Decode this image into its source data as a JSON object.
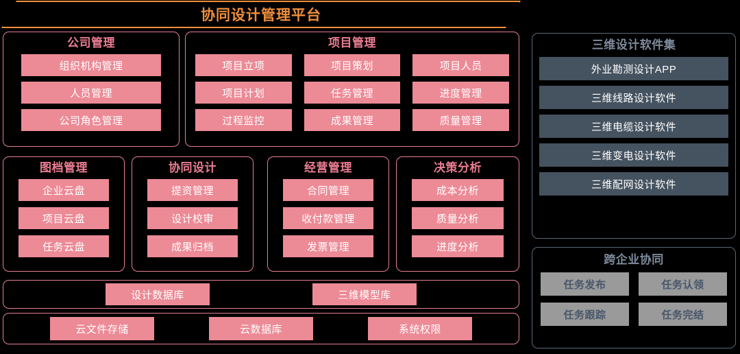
{
  "banner": {
    "title": "协同设计管理平台",
    "accent": "#ef8f3c"
  },
  "theme": {
    "pink_fill": "#ec8a96",
    "pink_border": "#e87f93",
    "pink_title": "#ea7d92",
    "dark_fill": "#45525f",
    "dark_border": "#5b6878",
    "dark_title": "#7d8b9c",
    "gray_fill": "#9a9a9a",
    "background": "#000000"
  },
  "left": {
    "company": {
      "title": "公司管理",
      "items": [
        "组织机构管理",
        "人员管理",
        "公司角色管理"
      ]
    },
    "project": {
      "title": "项目管理",
      "items": [
        "项目立项",
        "项目策划",
        "项目人员",
        "项目计划",
        "任务管理",
        "进度管理",
        "过程监控",
        "成果管理",
        "质量管理"
      ]
    },
    "document": {
      "title": "图档管理",
      "items": [
        "企业云盘",
        "项目云盘",
        "任务云盘"
      ]
    },
    "codesign": {
      "title": "协同设计",
      "items": [
        "提资管理",
        "设计校审",
        "成果归档"
      ]
    },
    "business": {
      "title": "经营管理",
      "items": [
        "合同管理",
        "收付款管理",
        "发票管理"
      ]
    },
    "decision": {
      "title": "决策分析",
      "items": [
        "成本分析",
        "质量分析",
        "进度分析"
      ]
    },
    "infra_upper": {
      "items": [
        "设计数据库",
        "三维模型库"
      ]
    },
    "infra_lower": {
      "items": [
        "云文件存储",
        "云数据库",
        "系统权限"
      ]
    }
  },
  "right": {
    "software": {
      "title": "三维设计软件集",
      "items": [
        "外业勘测设计APP",
        "三维线路设计软件",
        "三维电缆设计软件",
        "三维变电设计软件",
        "三维配网设计软件"
      ]
    },
    "cross": {
      "title": "跨企业协同",
      "items": [
        "任务发布",
        "任务认领",
        "任务跟踪",
        "任务完结"
      ]
    }
  }
}
